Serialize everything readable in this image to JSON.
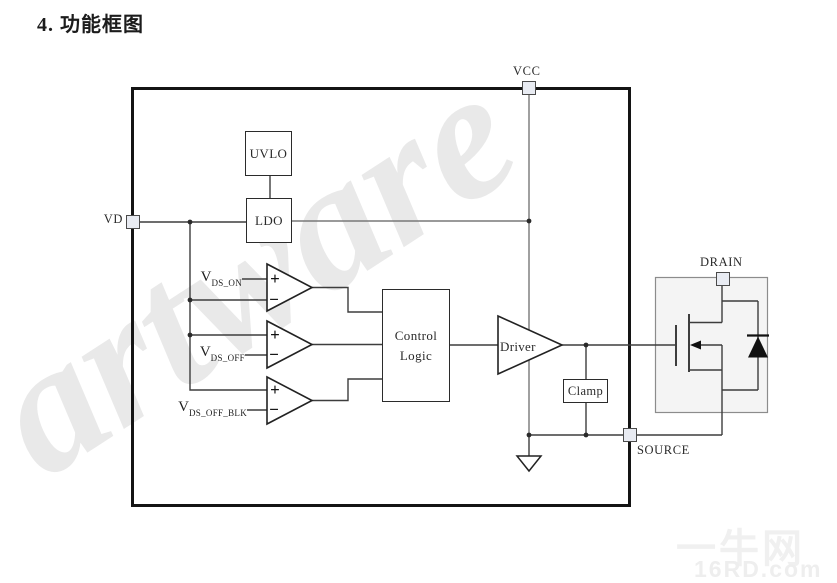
{
  "title": "4.  功能框图",
  "pins": {
    "vcc": "VCC",
    "vd": "VD",
    "drain": "DRAIN",
    "source": "SOURCE"
  },
  "blocks": {
    "uvlo": "UVLO",
    "ldo": "LDO",
    "control_logic": "Control\nLogic",
    "driver": "Driver",
    "clamp": "Clamp"
  },
  "comparators": [
    {
      "name": "V",
      "sub": "DS_ON",
      "plus": "+",
      "minus": "−"
    },
    {
      "name": "V",
      "sub": "DS_OFF",
      "plus": "+",
      "minus": "−"
    },
    {
      "name": "V",
      "sub": "DS_OFF_BLK",
      "plus": "+",
      "minus": "−"
    }
  ],
  "watermarks": {
    "diagonal": "artware",
    "site_name": "一牛网",
    "site_domain": "16RD.com"
  },
  "colors": {
    "wire": "#3d3d3d",
    "wire_gray": "#787878",
    "ic_border": "#141414",
    "pad_fill": "#e8ebf2",
    "mos_box_fill": "#f4f4f4",
    "watermark": "#e9e9e9"
  }
}
